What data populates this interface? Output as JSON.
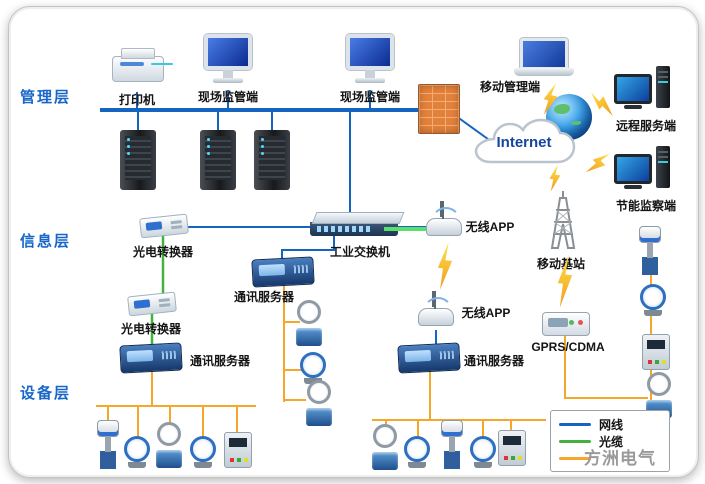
{
  "layers": {
    "management": "管理层",
    "information": "信息层",
    "device": "设备层"
  },
  "nodes": {
    "printer": "打印机",
    "site_monitor_1": "现场监管端",
    "site_monitor_2": "现场监管端",
    "mobile_management": "移动管理端",
    "internet": "Internet",
    "remote_service": "远程服务端",
    "energy_inspection": "节能监察端",
    "optical_converter_1": "光电转换器",
    "optical_converter_2": "光电转换器",
    "industrial_switch": "工业交换机",
    "wireless_app_1": "无线APP",
    "wireless_app_2": "无线APP",
    "mobile_base_station": "移动基站",
    "comm_server_1": "通讯服务器",
    "comm_server_2": "通讯服务器",
    "comm_server_3": "通讯服务器",
    "gprs_cdma": "GPRS/CDMA"
  },
  "legend": {
    "items": [
      {
        "label": "网线",
        "color": "#1565c0"
      },
      {
        "label": "光缆",
        "color": "#43b13f"
      },
      {
        "label": "",
        "color": "#f5a62b"
      }
    ]
  },
  "watermark": "方洲电气",
  "colors": {
    "network_line": "#1565c0",
    "optical_line": "#43b13f",
    "comm_line": "#f5a62b",
    "layer_label": "#1766c8",
    "lightning": "#f5b32a"
  }
}
